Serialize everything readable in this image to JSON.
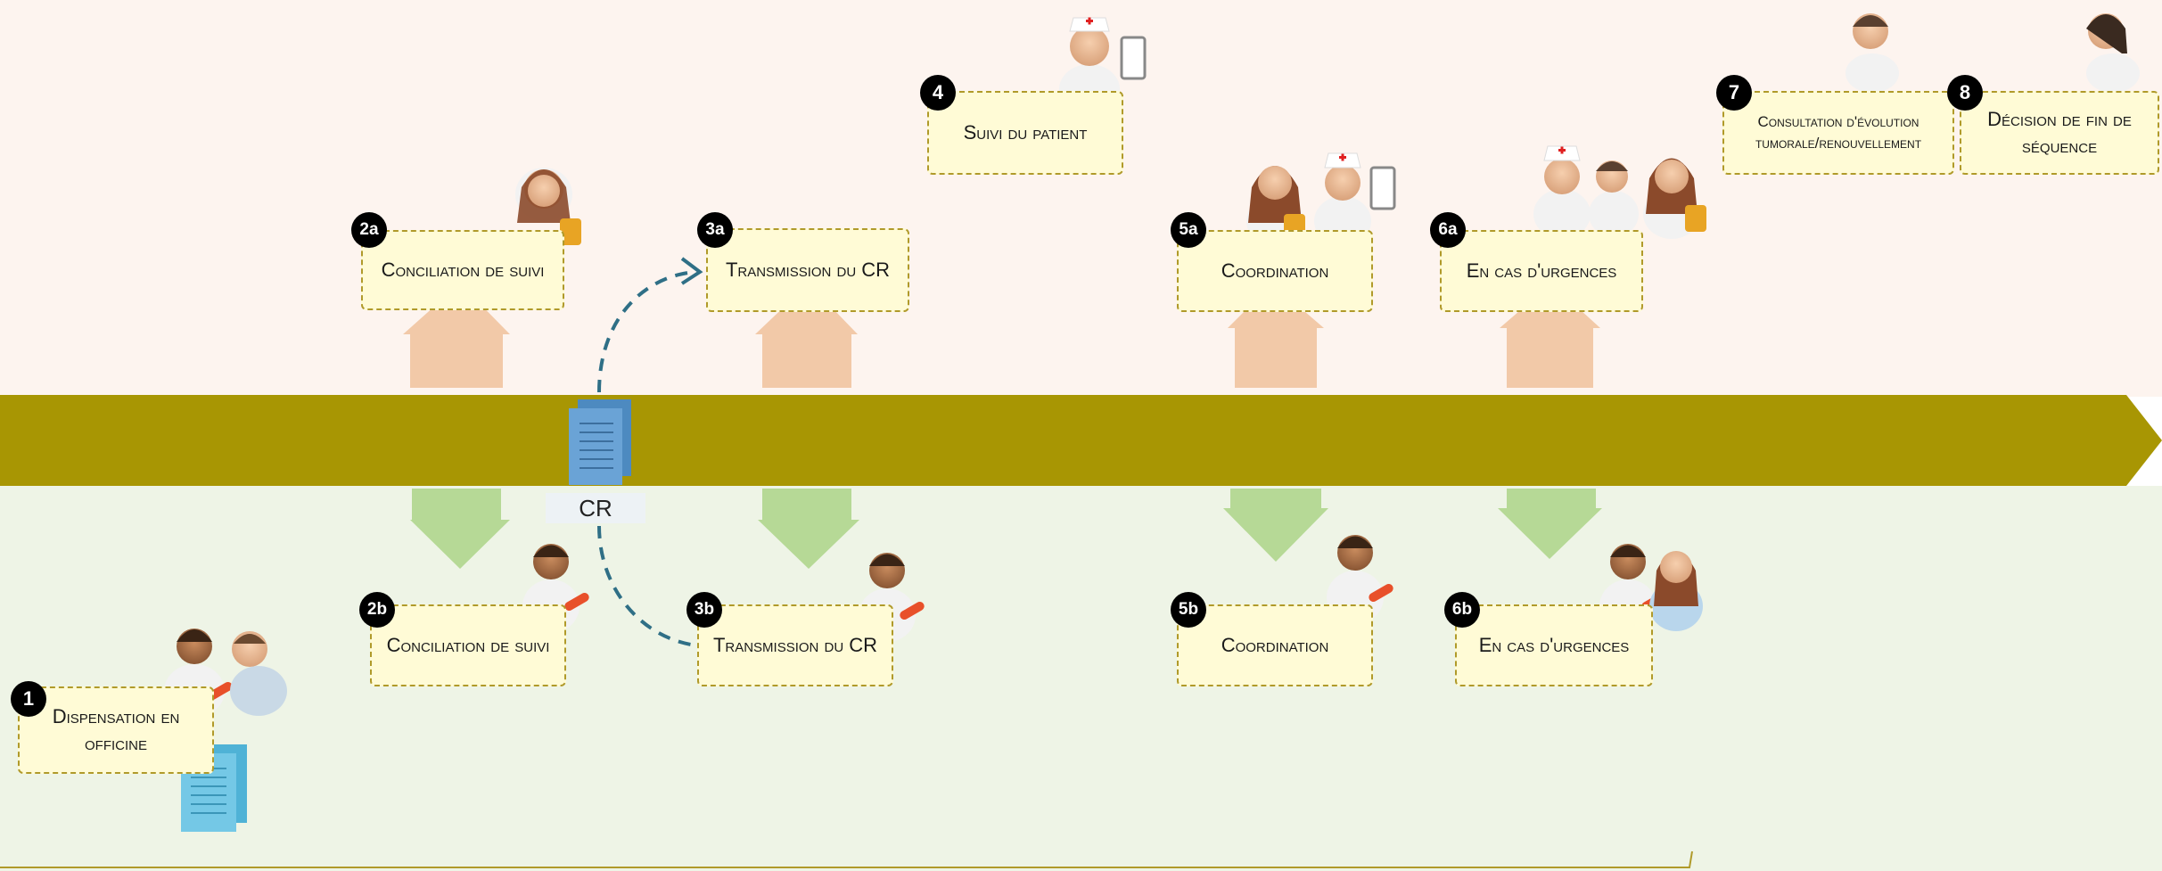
{
  "colors": {
    "timeline": "#a89603",
    "up_arrow": "#f2c9a8",
    "down_arrow": "#b6d996",
    "box_fill": "#fffbd6",
    "box_border": "#b09a2a",
    "dashed_path": "#2f6f86"
  },
  "steps": [
    {
      "id": "1",
      "label": "Dispensation en officine"
    },
    {
      "id": "2a",
      "label": "Conciliation de suivi"
    },
    {
      "id": "2b",
      "label": "Conciliation de suivi"
    },
    {
      "id": "3a",
      "label": "Transmission du CR"
    },
    {
      "id": "3b",
      "label": "Transmission du CR"
    },
    {
      "id": "4",
      "label": "Suivi du patient"
    },
    {
      "id": "5a",
      "label": "Coordination"
    },
    {
      "id": "5b",
      "label": "Coordination"
    },
    {
      "id": "6a",
      "label": "En cas d'urgences"
    },
    {
      "id": "6b",
      "label": "En cas d'urgences"
    },
    {
      "id": "7",
      "label": "Consultation d'évolution tumorale/renouvellement"
    },
    {
      "id": "8",
      "label": "Décision de fin de séquence"
    }
  ],
  "document_label": "CR",
  "icons": [
    "pharmacist-icon",
    "nurse-icon",
    "doctor-icon",
    "patient-icon",
    "phone-icon",
    "document-icon"
  ]
}
